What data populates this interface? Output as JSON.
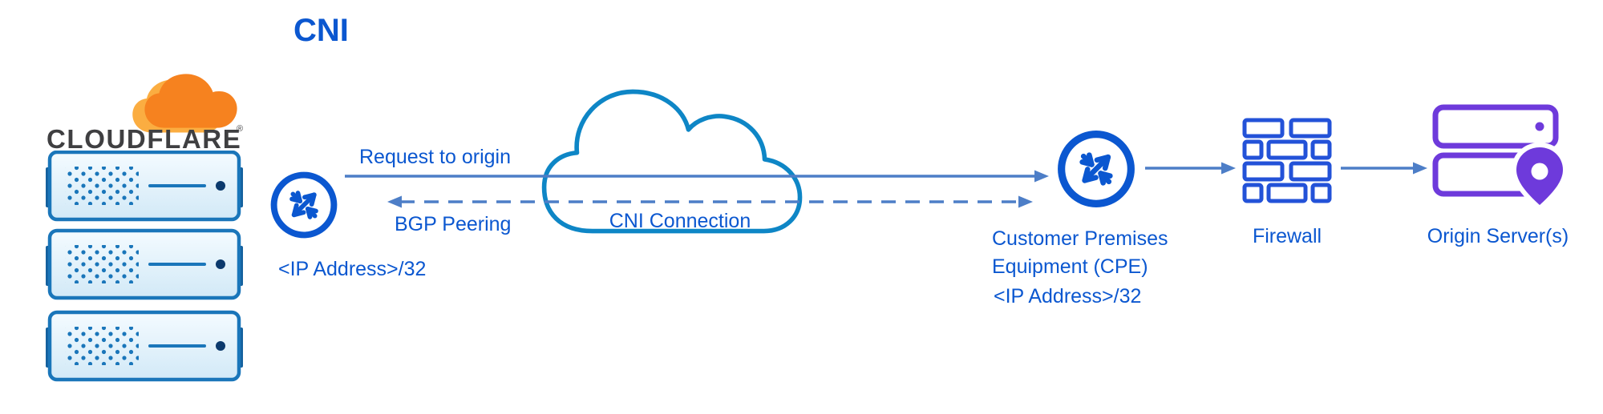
{
  "title": "CNI",
  "cloudflare": {
    "wordmark": "CLOUDFLARE",
    "registered": "®"
  },
  "edge_router": {
    "ip_label": "<IP Address>/32"
  },
  "links": {
    "request_label": "Request to origin",
    "bgp_label": "BGP Peering"
  },
  "cloud": {
    "label": "CNI Connection"
  },
  "cpe": {
    "name_line1": "Customer Premises",
    "name_line2": "Equipment (CPE)",
    "ip_label": "<IP Address>/32"
  },
  "firewall": {
    "label": "Firewall"
  },
  "origin": {
    "label": "Origin Server(s)"
  },
  "colors": {
    "label_blue": "#0b57d0",
    "icon_blue": "#0b57d0",
    "line_blue": "#4d7ec7",
    "cloud_stroke": "#0e86c6",
    "firewall_blue": "#2352d8",
    "origin_purple": "#6e3adb",
    "server_border": "#1a76ba",
    "server_tab": "#15619e",
    "cloudflare_orange": "#f6821f",
    "cloudflare_orange_light": "#fbad41",
    "wordmark_dark": "#3f3f41"
  }
}
